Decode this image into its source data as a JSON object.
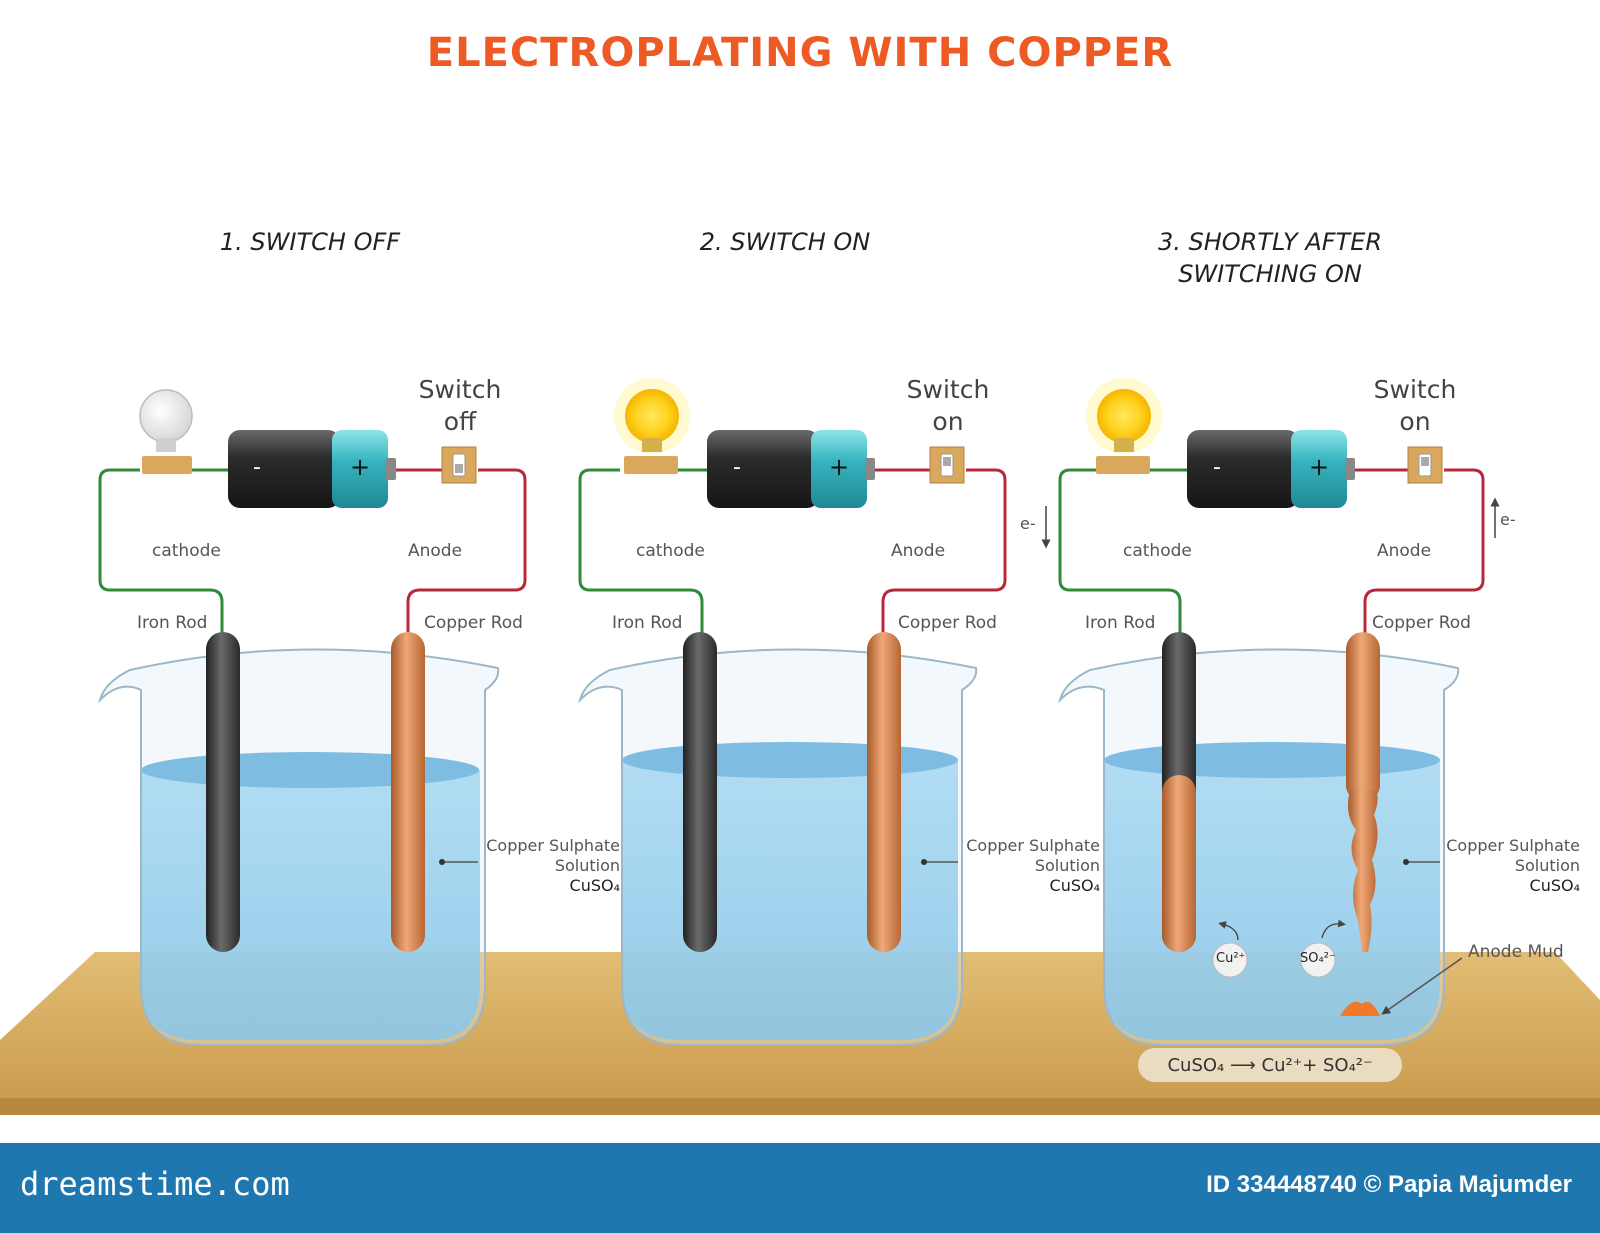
{
  "title": "ELECTROPLATING WITH COPPER",
  "stages": [
    {
      "title_line1": "1. SWITCH OFF",
      "title_line2": "",
      "switch_label_line1": "Switch",
      "switch_label_line2": "off",
      "cathode_label": "cathode",
      "anode_label": "Anode",
      "iron_rod_label": "Iron Rod",
      "copper_rod_label": "Copper Rod",
      "solution_line1": "Copper Sulphate",
      "solution_line2": "Solution",
      "solution_formula": "CuSO₄",
      "battery_minus": "-",
      "battery_plus": "+",
      "bulb_on": false
    },
    {
      "title_line1": "2. SWITCH ON",
      "title_line2": "",
      "switch_label_line1": "Switch",
      "switch_label_line2": "on",
      "cathode_label": "cathode",
      "anode_label": "Anode",
      "iron_rod_label": "Iron Rod",
      "copper_rod_label": "Copper Rod",
      "solution_line1": "Copper Sulphate",
      "solution_line2": "Solution",
      "solution_formula": "CuSO₄",
      "battery_minus": "-",
      "battery_plus": "+",
      "electron_label": "e-",
      "bulb_on": true
    },
    {
      "title_line1": "3. SHORTLY AFTER",
      "title_line2": "SWITCHING ON",
      "switch_label_line1": "Switch",
      "switch_label_line2": "on",
      "cathode_label": "cathode",
      "anode_label": "Anode",
      "iron_rod_label": "Iron Rod",
      "copper_rod_label": "Copper Rod",
      "solution_line1": "Copper Sulphate",
      "solution_line2": "Solution",
      "solution_formula": "CuSO₄",
      "battery_minus": "-",
      "battery_plus": "+",
      "electron_label": "e-",
      "ion_cu": "Cu²⁺",
      "ion_so4": "SO₄²⁻",
      "anode_mud_label": "Anode Mud",
      "bulb_on": true
    }
  ],
  "equation": "CuSO₄ ⟶ Cu²⁺+ SO₄²⁻",
  "footer": {
    "brand": "dreamstime.com",
    "credit": "ID 334448740 © Papia Majumder"
  },
  "colors": {
    "title": "#ee5a24",
    "cathode_wire": "#2e8b3a",
    "anode_wire": "#b8283a",
    "solution": "#7cc4ea",
    "copper": "#c8743e",
    "iron": "#3a3a3a",
    "table": "#d6ad62",
    "footer": "#1f77b0"
  }
}
